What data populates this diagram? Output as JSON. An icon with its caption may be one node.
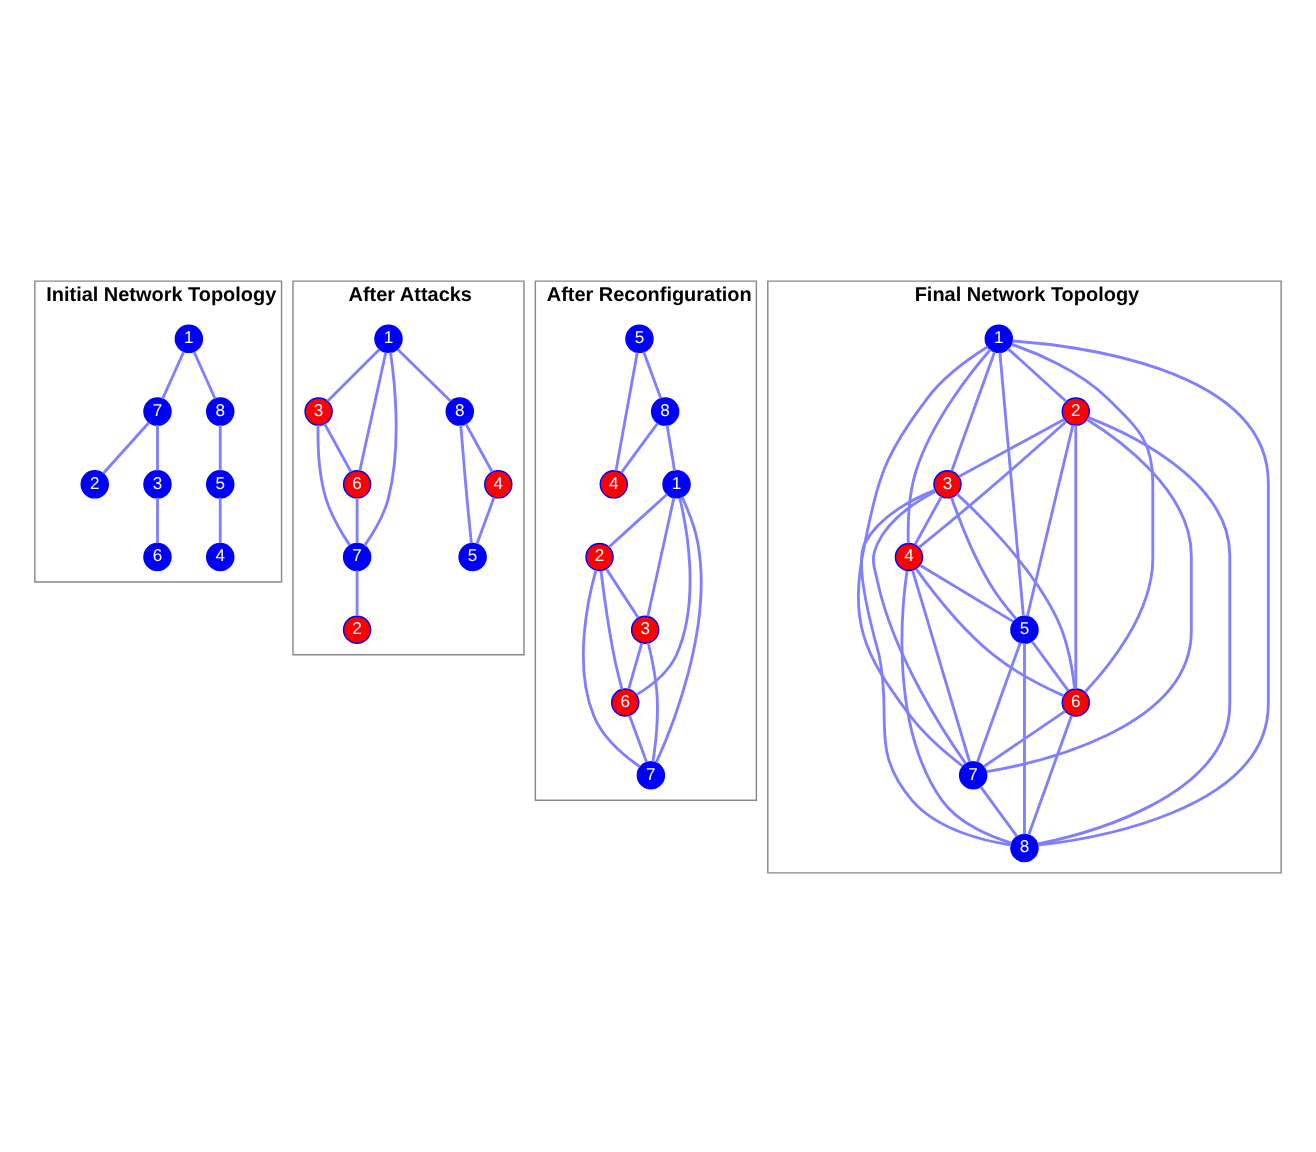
{
  "diagram": {
    "nodes": [
      {
        "text": [
          "Initial Network Topology"
        ]
      },
      {
        "text": [
          "1"
        ],
        "in": 0
      },
      {
        "text": [
          "2"
        ],
        "in": 0
      },
      {
        "text": [
          "3"
        ],
        "in": 0
      },
      {
        "text": [
          "4"
        ],
        "in": 0
      },
      {
        "text": [
          "5"
        ],
        "in": 0
      },
      {
        "text": [
          "6"
        ],
        "in": 0
      },
      {
        "text": [
          "7"
        ],
        "in": 0
      },
      {
        "text": [
          "8"
        ],
        "in": 0
      },
      {
        "text": [
          "After Attacks"
        ]
      },
      {
        "text": [
          "1"
        ],
        "in": 9
      },
      {
        "text": [
          "2"
        ],
        "in": 9
      },
      {
        "text": [
          "3"
        ],
        "in": 9
      },
      {
        "text": [
          "4"
        ],
        "in": 9
      },
      {
        "text": [
          "5"
        ],
        "in": 9
      },
      {
        "text": [
          "6"
        ],
        "in": 9
      },
      {
        "text": [
          "7"
        ],
        "in": 9
      },
      {
        "text": [
          "8"
        ],
        "in": 9
      },
      {
        "text": [
          "After Reconfiguration"
        ]
      },
      {
        "text": [
          "1"
        ],
        "in": 18
      },
      {
        "text": [
          "2"
        ],
        "in": 18
      },
      {
        "text": [
          "3"
        ],
        "in": 18
      },
      {
        "text": [
          "4"
        ],
        "in": 18
      },
      {
        "text": [
          "5"
        ],
        "in": 18
      },
      {
        "text": [
          "6"
        ],
        "in": 18
      },
      {
        "text": [
          "7"
        ],
        "in": 18
      },
      {
        "text": [
          "8"
        ],
        "in": 18
      },
      {
        "text": [
          "Final Network Topology"
        ]
      },
      {
        "text": [
          "1"
        ],
        "in": 27
      },
      {
        "text": [
          "2"
        ],
        "in": 27
      },
      {
        "text": [
          "3"
        ],
        "in": 27
      },
      {
        "text": [
          "4"
        ],
        "in": 27
      },
      {
        "text": [
          "5"
        ],
        "in": 27
      },
      {
        "text": [
          "6"
        ],
        "in": 27
      },
      {
        "text": [
          "7"
        ],
        "in": 27
      },
      {
        "text": [
          "8"
        ],
        "in": 27
      }
    ],
    "edges": [
      {
        "from": 1,
        "to": 7,
        "arrow": "none"
      },
      {
        "from": 1,
        "to": 8,
        "arrow": "none"
      },
      {
        "from": 7,
        "to": 2,
        "arrow": "none"
      },
      {
        "from": 7,
        "to": 3,
        "arrow": "none"
      },
      {
        "from": 3,
        "to": 6,
        "arrow": "none"
      },
      {
        "from": 8,
        "to": 5,
        "arrow": "none"
      },
      {
        "from": 5,
        "to": 4,
        "arrow": "none"
      },
      {
        "from": 10,
        "to": 12,
        "arrow": "none"
      },
      {
        "from": 10,
        "to": 15,
        "arrow": "none"
      },
      {
        "from": 10,
        "to": 16,
        "arrow": "none"
      },
      {
        "from": 10,
        "to": 17,
        "arrow": "none"
      },
      {
        "from": 12,
        "to": 15,
        "arrow": "none"
      },
      {
        "from": 12,
        "to": 16,
        "arrow": "none"
      },
      {
        "from": 15,
        "to": 16,
        "arrow": "none"
      },
      {
        "from": 16,
        "to": 11,
        "arrow": "none"
      },
      {
        "from": 17,
        "to": 13,
        "arrow": "none"
      },
      {
        "from": 17,
        "to": 14,
        "arrow": "none"
      },
      {
        "from": 13,
        "to": 14,
        "arrow": "none"
      },
      {
        "from": 23,
        "to": 22,
        "arrow": "none"
      },
      {
        "from": 23,
        "to": 26,
        "arrow": "none"
      },
      {
        "from": 26,
        "to": 22,
        "arrow": "none"
      },
      {
        "from": 26,
        "to": 19,
        "arrow": "none"
      },
      {
        "from": 19,
        "to": 20,
        "arrow": "none"
      },
      {
        "from": 19,
        "to": 21,
        "arrow": "none"
      },
      {
        "from": 19,
        "to": 24,
        "arrow": "none"
      },
      {
        "from": 19,
        "to": 25,
        "arrow": "none"
      },
      {
        "from": 20,
        "to": 21,
        "arrow": "none"
      },
      {
        "from": 20,
        "to": 24,
        "arrow": "none"
      },
      {
        "from": 20,
        "to": 25,
        "arrow": "none"
      },
      {
        "from": 21,
        "to": 24,
        "arrow": "none"
      },
      {
        "from": 21,
        "to": 25,
        "arrow": "none"
      },
      {
        "from": 24,
        "to": 25,
        "arrow": "none"
      },
      {
        "from": 28,
        "to": 29,
        "arrow": "none"
      },
      {
        "from": 28,
        "to": 30,
        "arrow": "none"
      },
      {
        "from": 28,
        "to": 31,
        "arrow": "none"
      },
      {
        "from": 28,
        "to": 32,
        "arrow": "none"
      },
      {
        "from": 28,
        "to": 33,
        "arrow": "none"
      },
      {
        "from": 28,
        "to": 34,
        "arrow": "none"
      },
      {
        "from": 28,
        "to": 35,
        "arrow": "none"
      },
      {
        "from": 29,
        "to": 30,
        "arrow": "none"
      },
      {
        "from": 29,
        "to": 31,
        "arrow": "none"
      },
      {
        "from": 29,
        "to": 32,
        "arrow": "none"
      },
      {
        "from": 29,
        "to": 33,
        "arrow": "none"
      },
      {
        "from": 29,
        "to": 34,
        "arrow": "none"
      },
      {
        "from": 29,
        "to": 35,
        "arrow": "none"
      },
      {
        "from": 30,
        "to": 31,
        "arrow": "none"
      },
      {
        "from": 30,
        "to": 32,
        "arrow": "none"
      },
      {
        "from": 30,
        "to": 33,
        "arrow": "none"
      },
      {
        "from": 30,
        "to": 34,
        "arrow": "none"
      },
      {
        "from": 30,
        "to": 35,
        "arrow": "none"
      },
      {
        "from": 31,
        "to": 32,
        "arrow": "none"
      },
      {
        "from": 31,
        "to": 33,
        "arrow": "none"
      },
      {
        "from": 31,
        "to": 34,
        "arrow": "none"
      },
      {
        "from": 31,
        "to": 35,
        "arrow": "none"
      },
      {
        "from": 32,
        "to": 33,
        "arrow": "none"
      },
      {
        "from": 32,
        "to": 34,
        "arrow": "none"
      },
      {
        "from": 32,
        "to": 35,
        "arrow": "none"
      },
      {
        "from": 33,
        "to": 34,
        "arrow": "none"
      },
      {
        "from": 33,
        "to": 35,
        "arrow": "none"
      },
      {
        "from": 34,
        "to": 35,
        "arrow": "none"
      }
    ]
  }
}
